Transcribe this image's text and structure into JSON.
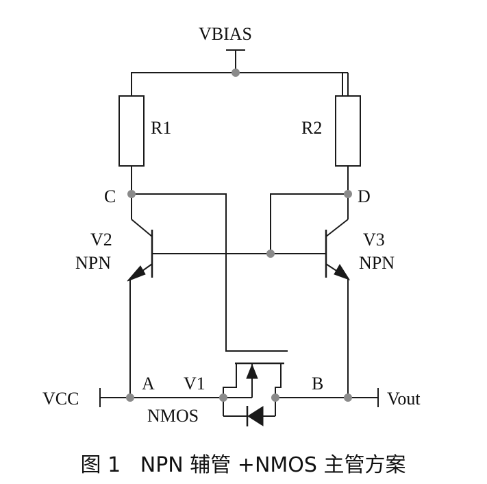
{
  "labels": {
    "vbias": "VBIAS",
    "r1": "R1",
    "r2": "R2",
    "c": "C",
    "d": "D",
    "v2": "V2",
    "v2_type": "NPN",
    "v3": "V3",
    "v3_type": "NPN",
    "vcc": "VCC",
    "a": "A",
    "v1": "V1",
    "v1_type": "NMOS",
    "b": "B",
    "vout": "Vout"
  },
  "caption": "图 1   NPN 辅管 +NMOS 主管方案",
  "colors": {
    "wire": "#1a1a1a",
    "node": "#8a8a8a",
    "background": "#ffffff"
  }
}
